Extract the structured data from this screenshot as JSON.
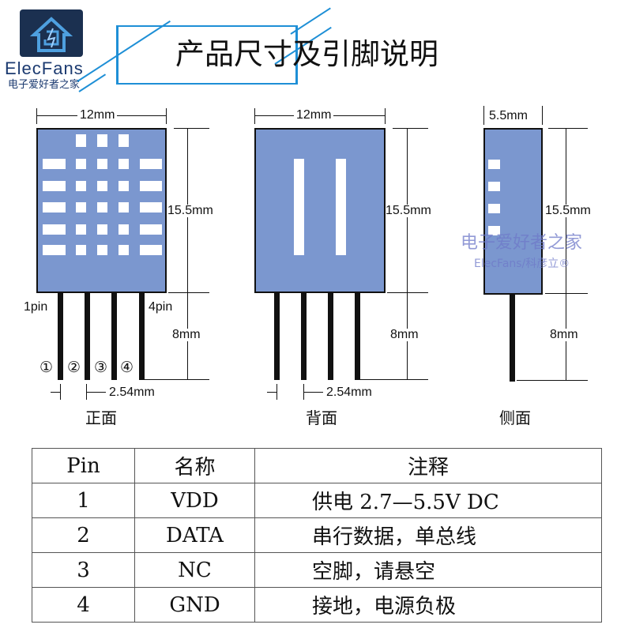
{
  "logo": {
    "brand": "ElecFans",
    "subtitle": "电子爱好者之家"
  },
  "title": "产品尺寸及引脚说明",
  "accent": "#1e8fd6",
  "body_color": "#7b97cf",
  "views": {
    "front": {
      "label": "正面",
      "width": "12mm",
      "height": "15.5mm",
      "pin_length": "8mm",
      "pitch": "2.54mm",
      "pin1": "1pin",
      "pin4": "4pin",
      "pin_numbers": [
        "①",
        "②",
        "③",
        "④"
      ]
    },
    "back": {
      "label": "背面",
      "width": "12mm",
      "height": "15.5mm",
      "pin_length": "8mm",
      "pitch": "2.54mm"
    },
    "side": {
      "label": "侧面",
      "width": "5.5mm",
      "height": "15.5mm",
      "pin_length": "8mm"
    }
  },
  "watermark": {
    "line1": "电子爱好者之家",
    "line2": "ElecFans/科彦立®"
  },
  "table": {
    "headers": [
      "Pin",
      "名称",
      "注释"
    ],
    "rows": [
      [
        "1",
        "VDD",
        "供电 2.7—5.5V DC"
      ],
      [
        "2",
        "DATA",
        "串行数据，单总线"
      ],
      [
        "3",
        "NC",
        "空脚，请悬空"
      ],
      [
        "4",
        "GND",
        "接地，电源负极"
      ]
    ]
  }
}
